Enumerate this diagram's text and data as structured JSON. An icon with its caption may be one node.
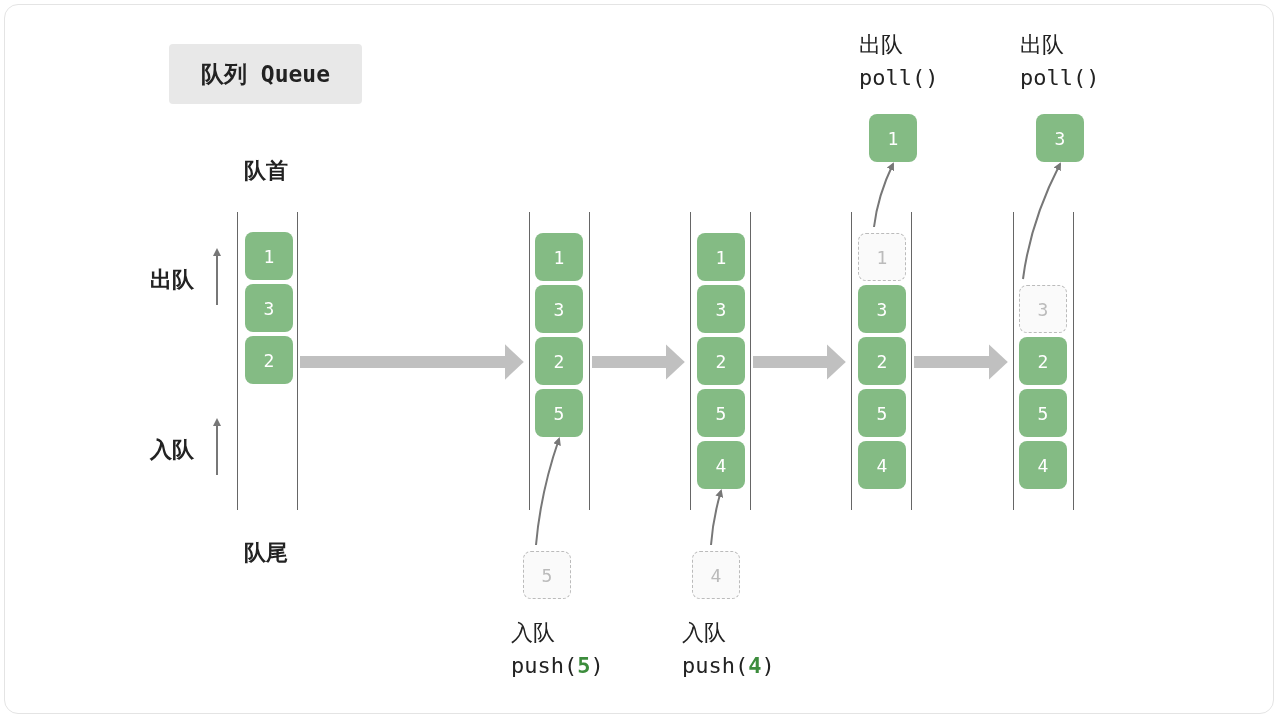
{
  "diagram": {
    "title": "队列 Queue",
    "nodes": [
      {
        "text": [],
        "shape": "tube"
      },
      {
        "text": [
          "1"
        ],
        "in": 0
      },
      {
        "text": [
          "3"
        ],
        "in": 0
      },
      {
        "text": [
          "2"
        ],
        "in": 0
      },
      {
        "text": [],
        "shape": "tube"
      },
      {
        "text": [
          "1"
        ],
        "in": 4
      },
      {
        "text": [
          "3"
        ],
        "in": 4
      },
      {
        "text": [
          "2"
        ],
        "in": 4
      },
      {
        "text": [
          "5"
        ],
        "in": 4
      },
      {
        "text": [],
        "shape": "tube"
      },
      {
        "text": [
          "1"
        ],
        "in": 9
      },
      {
        "text": [
          "3"
        ],
        "in": 9
      },
      {
        "text": [
          "2"
        ],
        "in": 9
      },
      {
        "text": [
          "5"
        ],
        "in": 9
      },
      {
        "text": [
          "4"
        ],
        "in": 9
      },
      {
        "text": [],
        "shape": "tube"
      },
      {
        "text": [
          "1"
        ],
        "in": 15
      },
      {
        "text": [
          "3"
        ],
        "in": 15
      },
      {
        "text": [
          "2"
        ],
        "in": 15
      },
      {
        "text": [
          "5"
        ],
        "in": 15
      },
      {
        "text": [
          "4"
        ],
        "in": 15
      },
      {
        "text": [],
        "shape": "tube"
      },
      {
        "text": [
          "3"
        ],
        "in": 21
      },
      {
        "text": [
          "2"
        ],
        "in": 21
      },
      {
        "text": [
          "5"
        ],
        "in": 21
      },
      {
        "text": [
          "4"
        ],
        "in": 21
      },
      {
        "text": [
          "5"
        ],
        "beside": [
          "入队",
          "push(**5**)"
        ]
      },
      {
        "text": [
          "4"
        ],
        "beside": [
          "入队",
          "push(**4**)"
        ]
      },
      {
        "text": [
          "1"
        ],
        "beside": [
          "出队",
          "poll()"
        ]
      },
      {
        "text": [
          "3"
        ],
        "beside": [
          "出队",
          "poll()"
        ]
      }
    ],
    "edges": [
      {
        "from": 0,
        "to": 4,
        "arrow": "to",
        "style": "thick",
        "color": "#c0c0c0"
      },
      {
        "from": 26,
        "to": 8,
        "arrow": "to"
      },
      {
        "from": 4,
        "to": 9,
        "arrow": "to",
        "style": "thick",
        "color": "#c0c0c0"
      },
      {
        "from": 27,
        "to": 14,
        "arrow": "to"
      },
      {
        "from": 9,
        "to": 15,
        "arrow": "to",
        "style": "thick",
        "color": "#c0c0c0"
      },
      {
        "from": 16,
        "to": 28,
        "arrow": "to"
      },
      {
        "from": 15,
        "to": 21,
        "arrow": "to",
        "style": "thick",
        "color": "#c0c0c0"
      },
      {
        "from": 22,
        "to": 29,
        "arrow": "to"
      }
    ],
    "labels": [
      "队首",
      "出队",
      "入队",
      "队尾"
    ]
  }
}
